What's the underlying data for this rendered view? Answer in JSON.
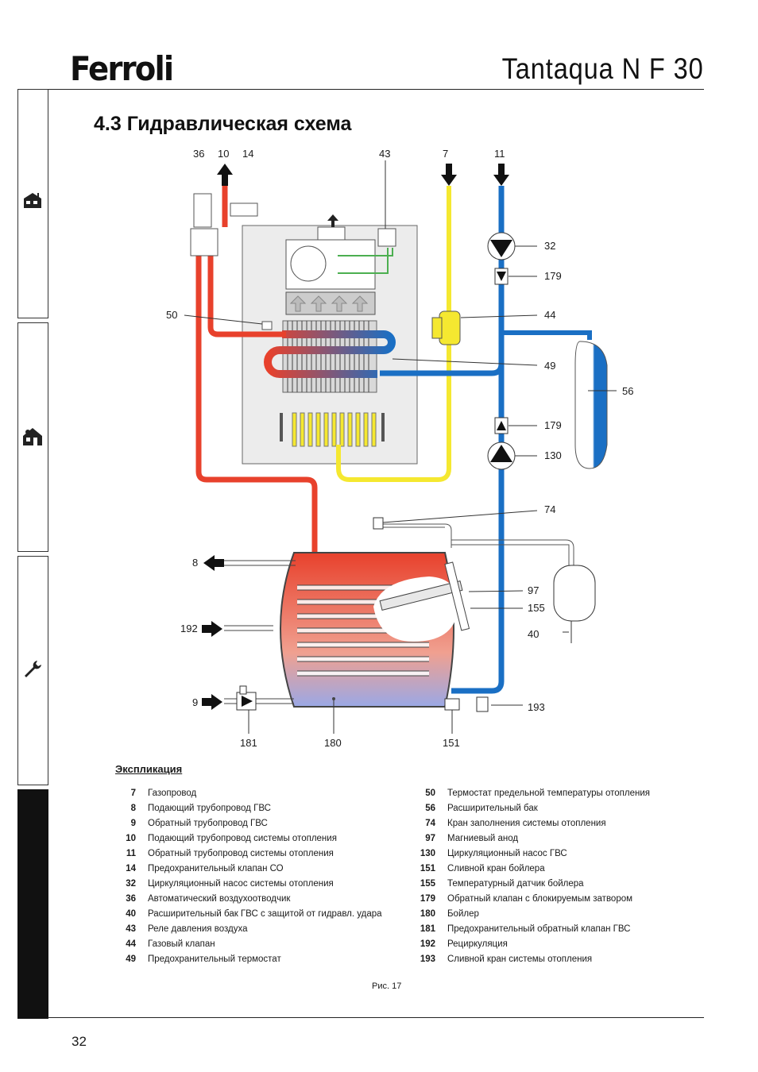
{
  "header": {
    "brand": "Ferroli",
    "title": "Tantaqua N F 30"
  },
  "section": {
    "title": "4.3 Гидравлическая схема"
  },
  "diagram": {
    "callouts": {
      "c36": "36",
      "c10": "10",
      "c14": "14",
      "c43": "43",
      "c7": "7",
      "c11": "11",
      "c32": "32",
      "c179a": "179",
      "c50": "50",
      "c44": "44",
      "c49": "49",
      "c56": "56",
      "c179b": "179",
      "c130": "130",
      "c74": "74",
      "c8": "8",
      "c97": "97",
      "c155": "155",
      "c192": "192",
      "c40": "40",
      "c9": "9",
      "c193": "193",
      "c181": "181",
      "c180": "180",
      "c151": "151"
    },
    "colors": {
      "heating_flow": "#e8412c",
      "heating_return": "#1a6fc4",
      "gas": "#f5e830",
      "boiler_panel": "#ececec",
      "green_tube": "#4caf50"
    }
  },
  "legend": {
    "title": "Экспликация",
    "left": [
      {
        "num": "7",
        "text": "Газопровод"
      },
      {
        "num": "8",
        "text": "Подающий трубопровод ГВС"
      },
      {
        "num": "9",
        "text": "Обратный трубопровод ГВС"
      },
      {
        "num": "10",
        "text": "Подающий трубопровод системы отопления"
      },
      {
        "num": "11",
        "text": "Обратный трубопровод системы отопления"
      },
      {
        "num": "14",
        "text": "Предохранительный клапан СО"
      },
      {
        "num": "32",
        "text": "Циркуляционный насос системы отопления"
      },
      {
        "num": "36",
        "text": "Автоматический воздухоотводчик"
      },
      {
        "num": "40",
        "text": "Расширительный бак ГВС с защитой от гидравл. удара"
      },
      {
        "num": "43",
        "text": "Реле давления воздуха"
      },
      {
        "num": "44",
        "text": "Газовый клапан"
      },
      {
        "num": "49",
        "text": "Предохранительный термостат"
      }
    ],
    "right": [
      {
        "num": "50",
        "text": "Термостат предельной температуры отопления"
      },
      {
        "num": "56",
        "text": "Расширительный бак"
      },
      {
        "num": "74",
        "text": "Кран заполнения системы отопления"
      },
      {
        "num": "97",
        "text": "Магниевый анод"
      },
      {
        "num": "130",
        "text": "Циркуляционный насос ГВС"
      },
      {
        "num": "151",
        "text": "Сливной кран бойлера"
      },
      {
        "num": "155",
        "text": "Температурный датчик бойлера"
      },
      {
        "num": "179",
        "text": "Обратный клапан с блокируемым затвором"
      },
      {
        "num": "180",
        "text": "Бойлер"
      },
      {
        "num": "181",
        "text": "Предохранительный обратный клапан ГВС"
      },
      {
        "num": "192",
        "text": "Рециркуляция"
      },
      {
        "num": "193",
        "text": "Сливной кран системы отопления"
      }
    ]
  },
  "figure_caption": "Рис. 17",
  "page_number": "32",
  "side_tabs": [
    {
      "icon": "user-house-icon"
    },
    {
      "icon": "installer-house-icon"
    },
    {
      "icon": "wrench-icon"
    },
    {
      "icon": "active-tab-marker"
    }
  ]
}
